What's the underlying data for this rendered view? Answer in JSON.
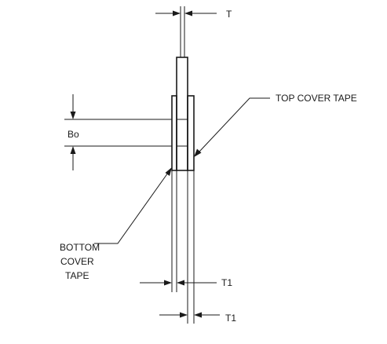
{
  "labels": {
    "t": "T",
    "top_cover_tape": "TOP COVER TAPE",
    "bo": "Bo",
    "bottom_cover_tape_line1": "BOTTOM",
    "bottom_cover_tape_line2": "COVER",
    "bottom_cover_tape_line3": "TAPE",
    "t1_upper": "T1",
    "t1_lower": "T1"
  }
}
